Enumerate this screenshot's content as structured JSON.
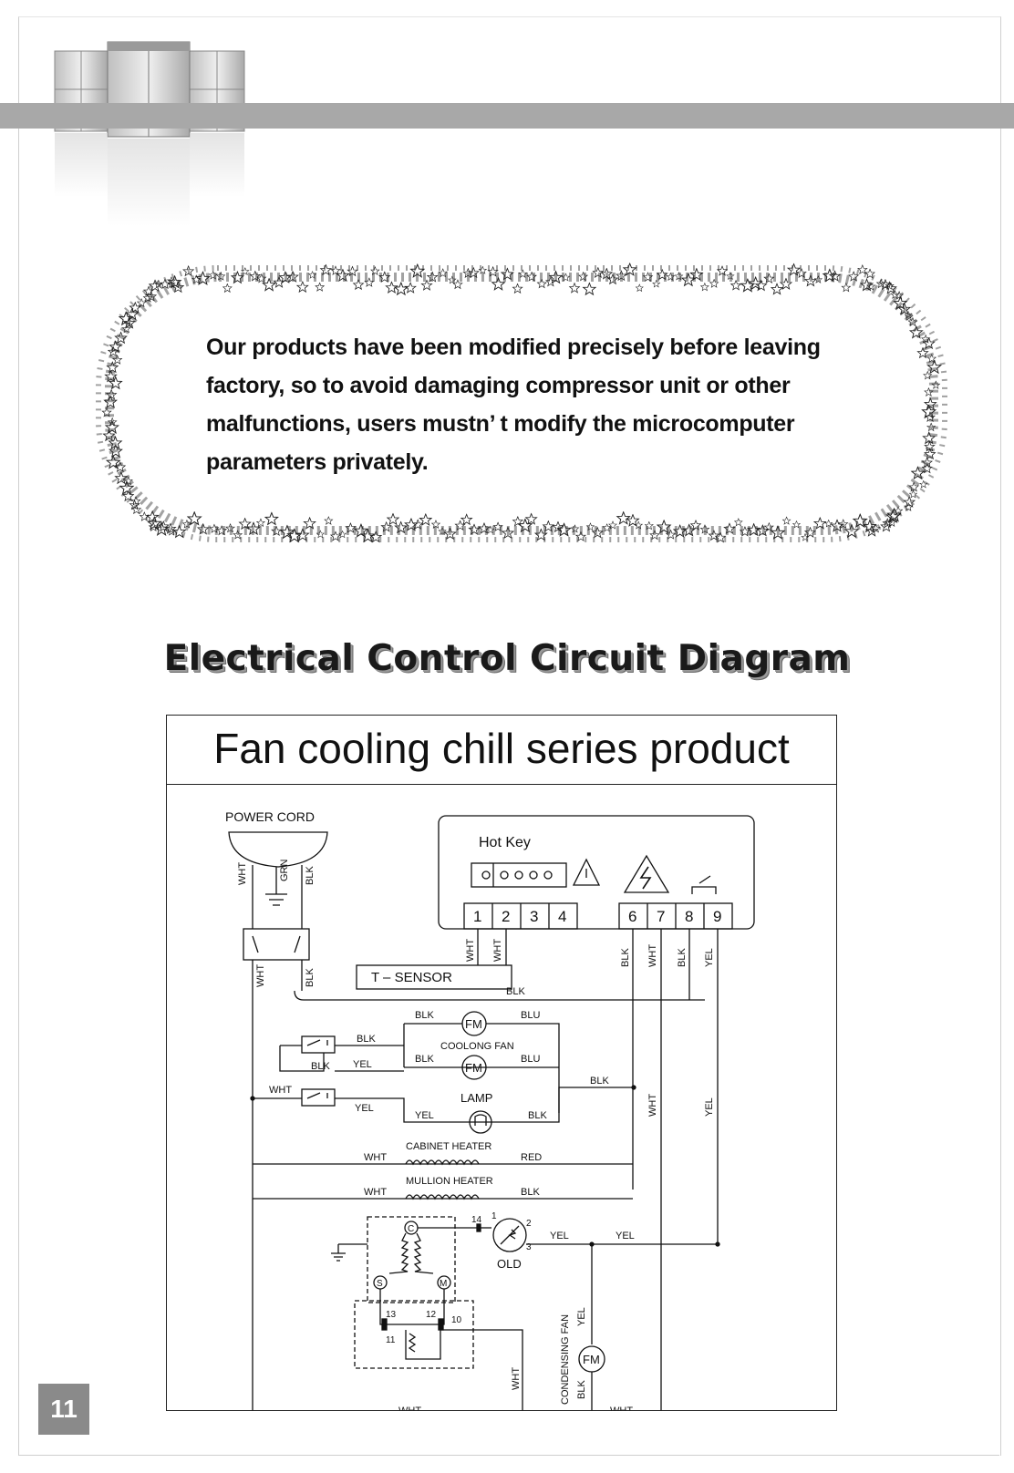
{
  "notice": {
    "text": "Our products have been modified precisely before leaving factory, so to avoid damaging compressor unit or other malfunctions, users mustn’ t modify the microcomputer parameters privately."
  },
  "section_title": "Electrical Control Circuit Diagram",
  "diagram": {
    "title": "Fan cooling chill series product",
    "labels": {
      "power_cord": "POWER  CORD",
      "hot_key": "Hot Key",
      "t_sensor": "T  – SENSOR",
      "coolong_fan": "COOLONG  FAN",
      "lamp": "LAMP",
      "cabinet_heater": "CABINET  HEATER",
      "mullion_heater": "MULLION  HEATER",
      "old": "OLD",
      "condensing_fan": "CONDENSING FAN",
      "fm": "FM",
      "c": "C",
      "s": "S",
      "m": "M"
    },
    "terminals": [
      "1",
      "2",
      "3",
      "4",
      "6",
      "7",
      "8",
      "9"
    ],
    "wires": {
      "wht": "WHT",
      "blk": "BLK",
      "grn": "GRN",
      "blu": "BLU",
      "yel": "YEL",
      "red": "RED"
    },
    "pin_numbers": {
      "p14": "14",
      "p1": "1",
      "p2": "2",
      "p3": "3",
      "p13": "13",
      "p12": "12",
      "p10": "10",
      "p11": "11"
    }
  },
  "page_number": "11"
}
